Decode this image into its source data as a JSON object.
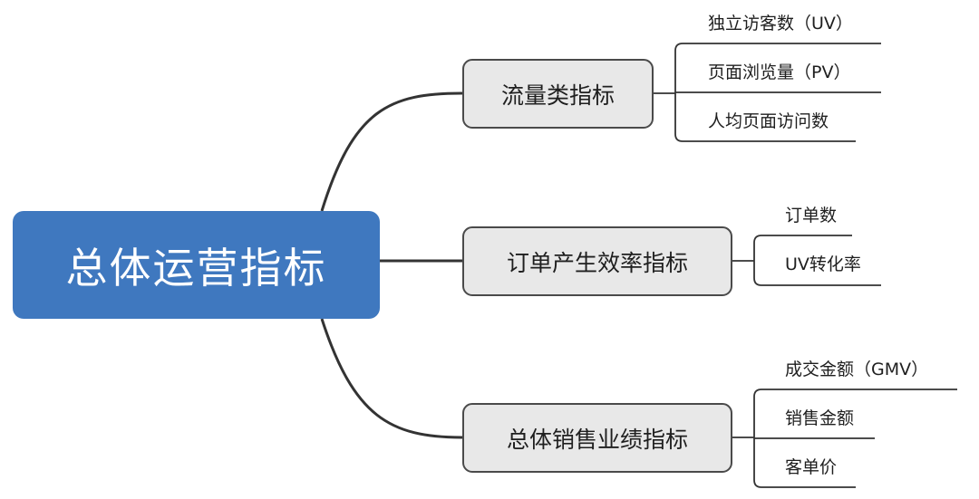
{
  "root": {
    "label": "总体运营指标"
  },
  "branches": [
    {
      "label": "流量类指标",
      "leaves": [
        "独立访客数（UV）",
        "页面浏览量（PV）",
        "人均页面访问数"
      ]
    },
    {
      "label": "订单产生效率指标",
      "leaves": [
        "订单数",
        "UV转化率"
      ]
    },
    {
      "label": "总体销售业绩指标",
      "leaves": [
        "成交金额（GMV）",
        "销售金额",
        "客单价"
      ]
    }
  ],
  "colors": {
    "root_fill": "#3f78bf",
    "branch_fill": "#e8e8e8",
    "line": "#333333"
  }
}
